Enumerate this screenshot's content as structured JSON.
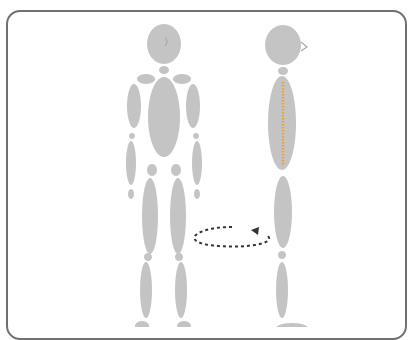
{
  "figure": {
    "body_color": "#c4c4c4",
    "frame_color": "#707070",
    "spine_color": "#f0a030",
    "arrow_color": "#333333",
    "front_figure_name": "front-view-figure",
    "side_figure_name": "side-view-figure",
    "rotation_indicator": "rotation-arrow",
    "icons": [
      "rotation-arrow-icon"
    ]
  }
}
